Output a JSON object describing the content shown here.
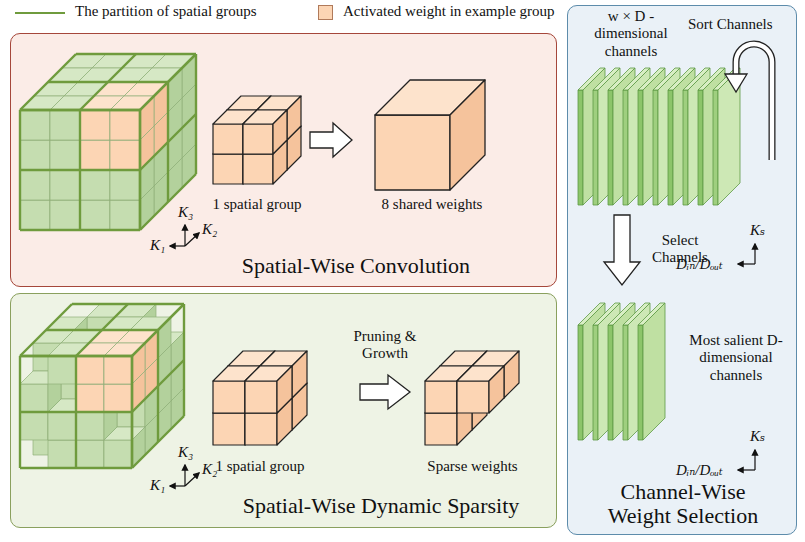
{
  "diagram": {
    "nodes": [
      {
        "text": [
          "Spatial-Wise Convolution"
        ]
      },
      {
        "text": [
          "Spatial-Wise Dynamic Sparsity"
        ]
      },
      {
        "text": [
          "Channel-Wise Weight Selection"
        ]
      }
    ],
    "labels": [
      "1 spatial group",
      "8 shared weights",
      "K₃",
      "K₂",
      "K₁",
      "Pruning & Growth",
      "1 spatial group",
      "Sparse weights",
      "K₃",
      "K₂",
      "K₁",
      "w × D -dimensional channels",
      "Sort Channels",
      "Select Channels",
      "Kₛ",
      "Dᵢₙ/Dₒᵤₜ",
      "Most salient D-dimensional channels",
      "Kₛ",
      "Dᵢₙ/Dₒᵤₜ"
    ],
    "legend": [
      {
        "text": "The partition of spatial groups"
      },
      {
        "text": "Activated weight in example group",
        "color": "#fcd5b4"
      }
    ]
  }
}
